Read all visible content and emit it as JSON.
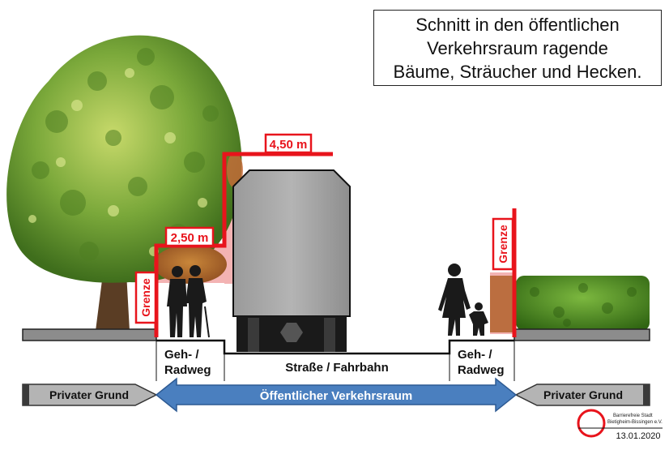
{
  "title": {
    "line1": "Schnitt in den öffentlichen",
    "line2": "Verkehrsraum ragende",
    "line3": "Bäume, Sträucher und Hecken."
  },
  "labels": {
    "height_high": "4,50 m",
    "height_low": "2,50 m",
    "boundary_left": "Grenze",
    "boundary_right": "Grenze",
    "sidewalk_left_1": "Geh- /",
    "sidewalk_left_2": "Radweg",
    "road": "Straße / Fahrbahn",
    "sidewalk_right_1": "Geh- /",
    "sidewalk_right_2": "Radweg"
  },
  "arrows": {
    "private_left": "Privater Grund",
    "public": "Öffentlicher Verkehrsraum",
    "private_right": "Privater Grund"
  },
  "credit": {
    "org_line1": "Barrierefreie Stadt",
    "org_line2": "Bietigheim-Bissingen e.V.",
    "date": "13.01.2020"
  },
  "colors": {
    "boundary": "#e8141c",
    "public_arrow": "#4a7fbf",
    "private_arrow": "#b4b4b4",
    "ground": "#8c8c8c",
    "vehicle": "#a9a9a9",
    "clearance_zone": "#f3b3b3",
    "hedge": "#4e8a22",
    "tree_foliage": "#6f9e2c"
  }
}
